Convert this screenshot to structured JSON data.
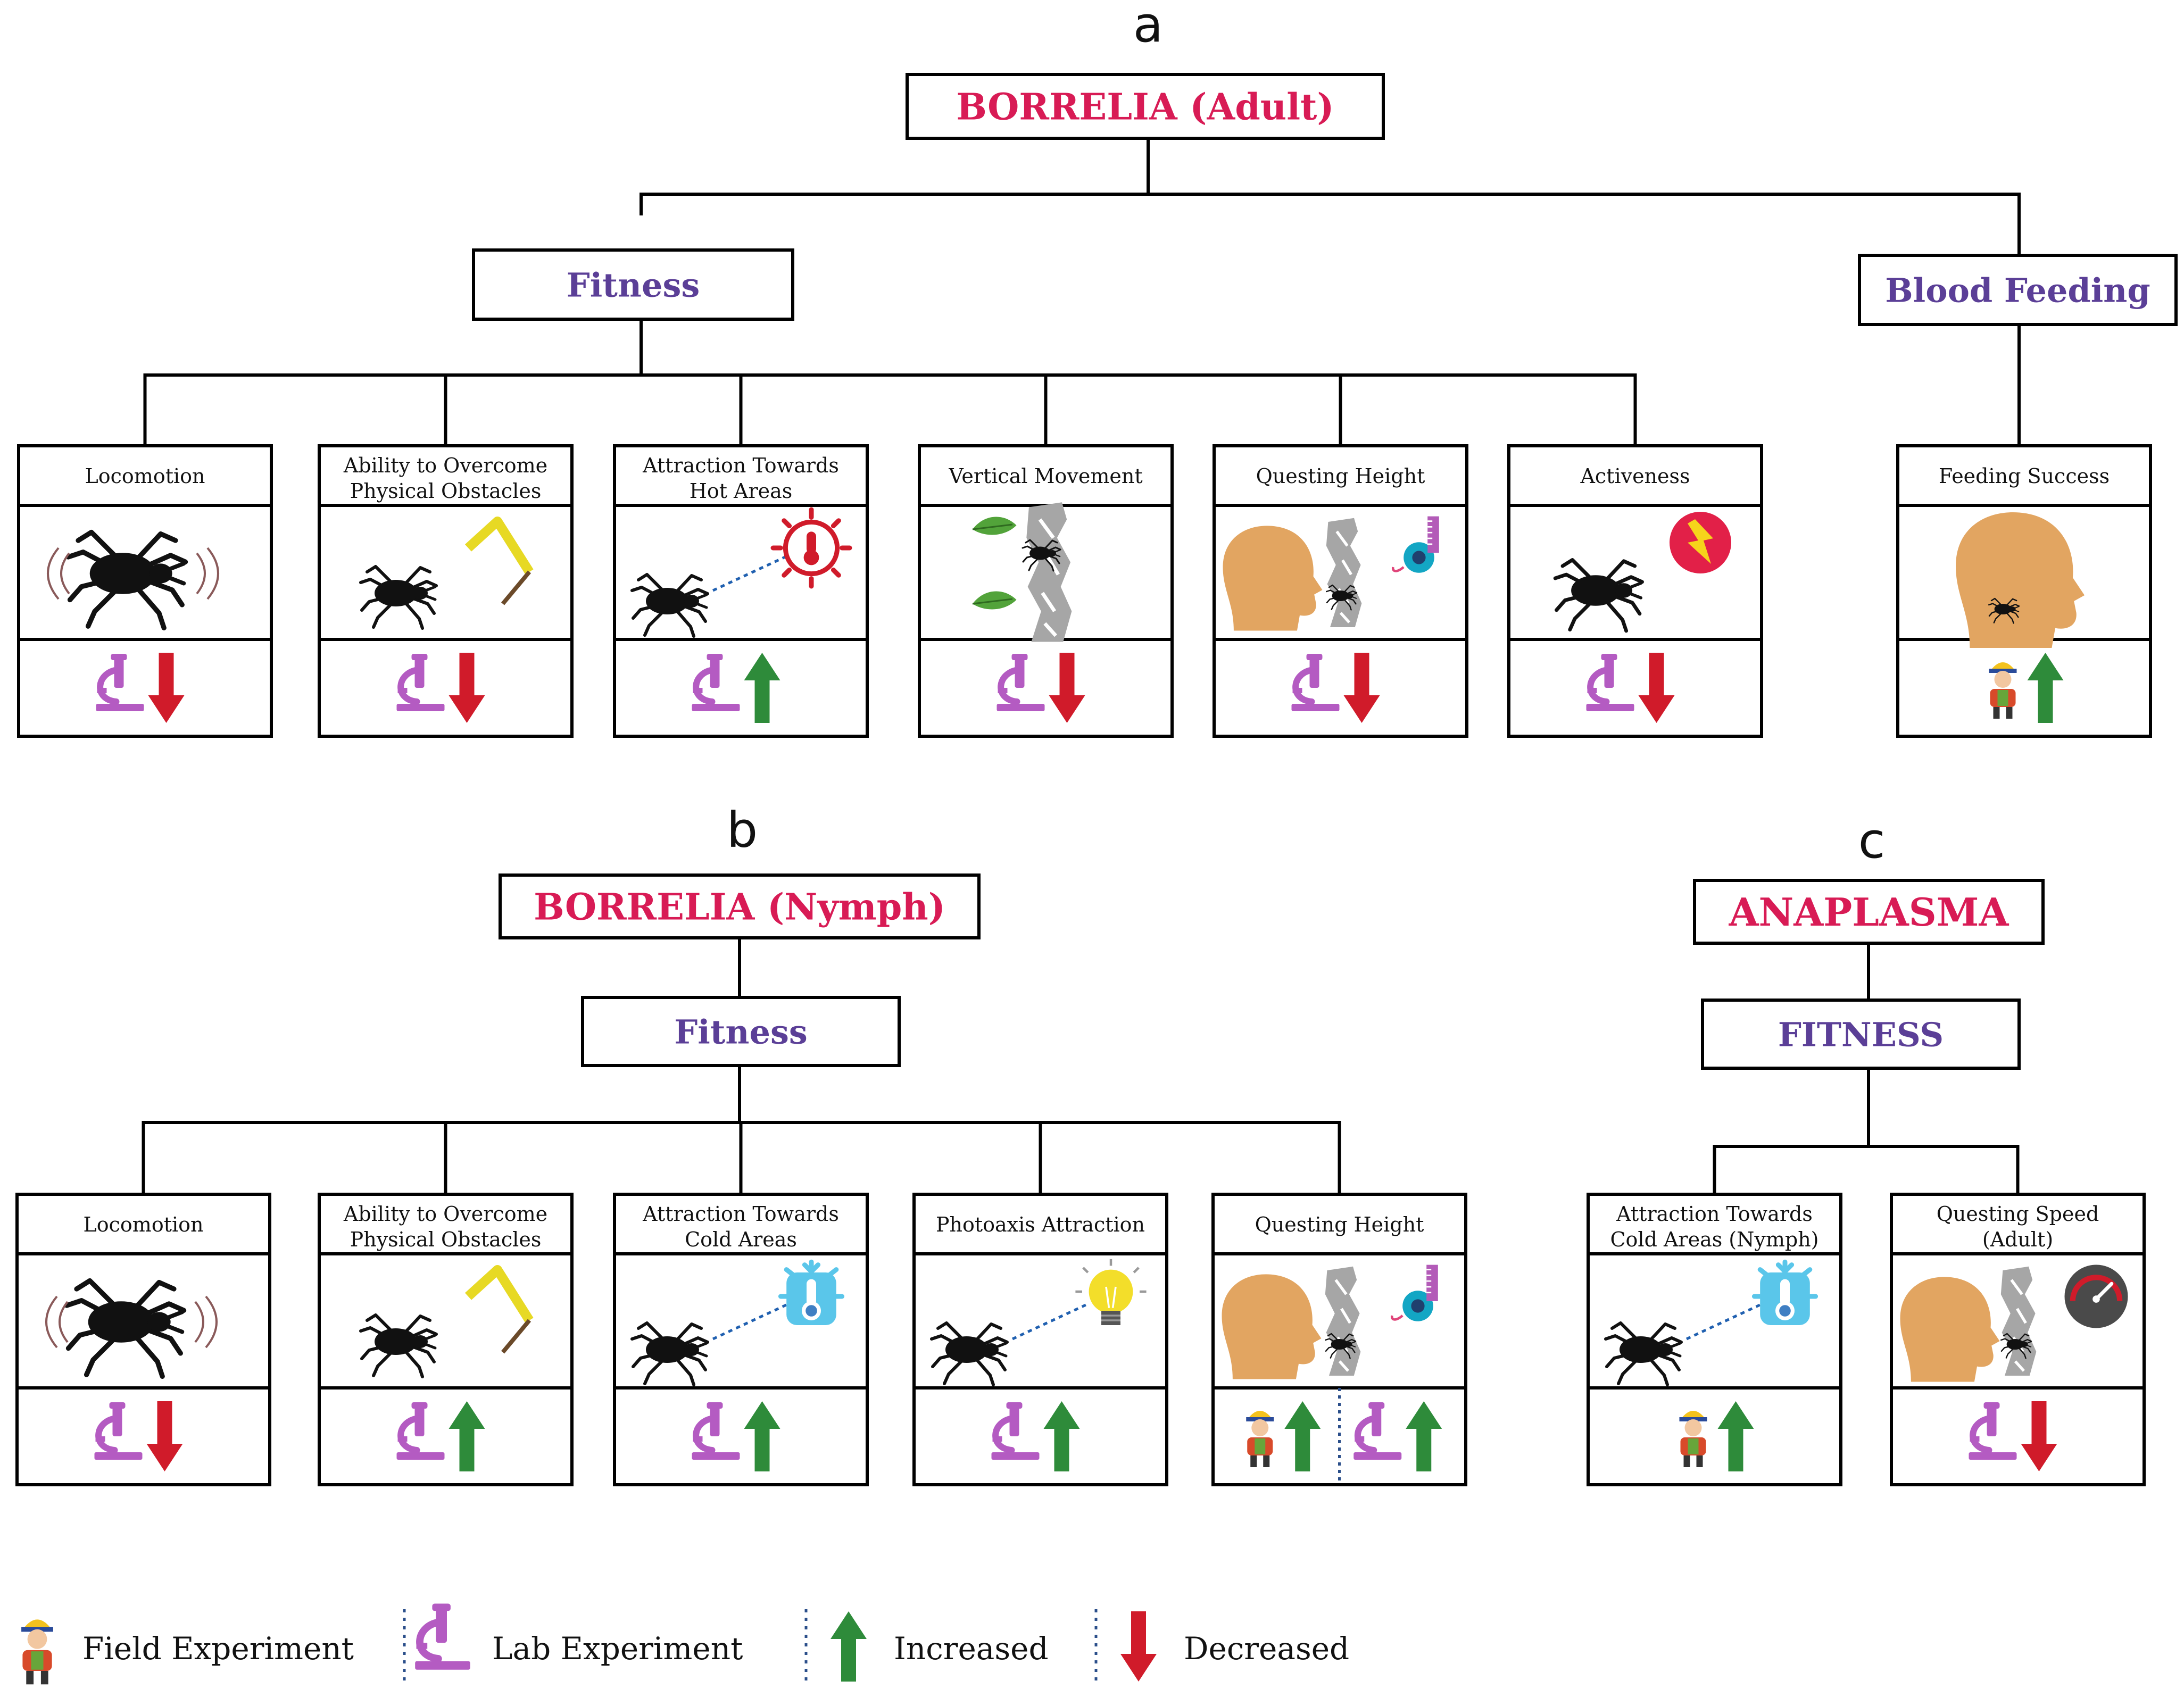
{
  "panels": {
    "a": {
      "letter": "a",
      "root": "BORRELIA (Adult)",
      "groups": {
        "fitness": "Fitness",
        "blood": "Blood Feeding"
      },
      "traits": [
        {
          "label": [
            "Locomotion"
          ],
          "image": "tick-moving",
          "evidence": [
            {
              "method": "lab",
              "effect": "decreased"
            }
          ]
        },
        {
          "label": [
            "Ability to Overcome",
            "Physical Obstacles"
          ],
          "image": "tick-obstacle",
          "evidence": [
            {
              "method": "lab",
              "effect": "decreased"
            }
          ]
        },
        {
          "label": [
            "Attraction Towards",
            "Hot Areas"
          ],
          "image": "tick-heat",
          "evidence": [
            {
              "method": "lab",
              "effect": "increased"
            }
          ]
        },
        {
          "label": [
            "Vertical Movement"
          ],
          "image": "tick-vertical",
          "evidence": [
            {
              "method": "lab",
              "effect": "decreased"
            }
          ]
        },
        {
          "label": [
            "Questing Height"
          ],
          "image": "tick-questing",
          "evidence": [
            {
              "method": "lab",
              "effect": "decreased"
            }
          ]
        },
        {
          "label": [
            "Activeness"
          ],
          "image": "tick-active",
          "evidence": [
            {
              "method": "lab",
              "effect": "decreased"
            }
          ]
        },
        {
          "label": [
            "Feeding Success"
          ],
          "image": "tick-feeding",
          "evidence": [
            {
              "method": "field",
              "effect": "increased"
            }
          ]
        }
      ]
    },
    "b": {
      "letter": "b",
      "root": "BORRELIA (Nymph)",
      "groups": {
        "fitness": "Fitness"
      },
      "traits": [
        {
          "label": [
            "Locomotion"
          ],
          "image": "tick-moving",
          "evidence": [
            {
              "method": "lab",
              "effect": "decreased"
            }
          ]
        },
        {
          "label": [
            "Ability to Overcome",
            "Physical Obstacles"
          ],
          "image": "tick-obstacle",
          "evidence": [
            {
              "method": "lab",
              "effect": "increased"
            }
          ]
        },
        {
          "label": [
            "Attraction Towards",
            "Cold Areas"
          ],
          "image": "tick-cold",
          "evidence": [
            {
              "method": "lab",
              "effect": "increased"
            }
          ]
        },
        {
          "label": [
            "Photoaxis Attraction"
          ],
          "image": "tick-light",
          "evidence": [
            {
              "method": "lab",
              "effect": "increased"
            }
          ]
        },
        {
          "label": [
            "Questing Height"
          ],
          "image": "tick-questing",
          "evidence": [
            {
              "method": "field",
              "effect": "increased"
            },
            {
              "method": "lab",
              "effect": "increased"
            }
          ]
        }
      ]
    },
    "c": {
      "letter": "c",
      "root": "ANAPLASMA",
      "groups": {
        "fitness": "FITNESS"
      },
      "traits": [
        {
          "label": [
            "Attraction Towards",
            "Cold Areas (Nymph)"
          ],
          "image": "tick-cold",
          "evidence": [
            {
              "method": "field",
              "effect": "increased"
            }
          ]
        },
        {
          "label": [
            "Questing Speed",
            "(Adult)"
          ],
          "image": "tick-speed",
          "evidence": [
            {
              "method": "lab",
              "effect": "decreased"
            }
          ]
        }
      ]
    }
  },
  "legend": [
    {
      "icon": "field-experiment-icon",
      "label": "Field Experiment"
    },
    {
      "icon": "lab-experiment-icon",
      "label": "Lab Experiment"
    },
    {
      "icon": "increased-arrow-icon",
      "label": "Increased"
    },
    {
      "icon": "decreased-arrow-icon",
      "label": "Decreased"
    }
  ],
  "colors": {
    "root_text": "#d81b55",
    "group_text": "#5b3f97",
    "lab_icon": "#b45bc2",
    "increased": "#2e8b3a",
    "decreased": "#d01b2a",
    "head": "#e2a561",
    "branch": "#9a9a9a"
  }
}
